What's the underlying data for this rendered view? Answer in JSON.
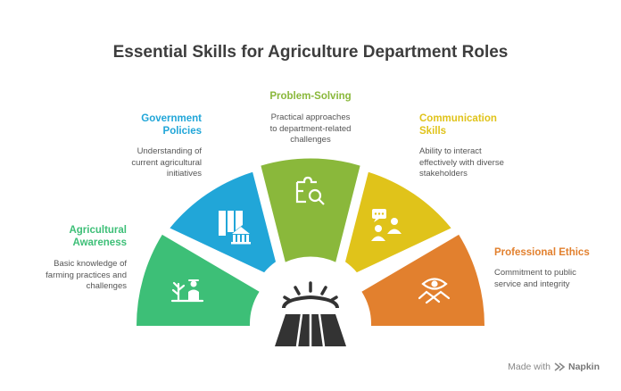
{
  "title": "Essential Skills for Agriculture Department Roles",
  "segments": [
    {
      "label_lines": [
        "Agricultural",
        "Awareness"
      ],
      "desc_lines": [
        "Basic knowledge of",
        "farming practices and",
        "challenges"
      ],
      "color": "#3dbf77",
      "icon": "farmer-plant-icon"
    },
    {
      "label_lines": [
        "Government",
        "Policies"
      ],
      "desc_lines": [
        "Understanding of",
        "current agricultural",
        "initiatives"
      ],
      "color": "#21a6d8",
      "icon": "policy-building-icon"
    },
    {
      "label_lines": [
        "Problem-Solving"
      ],
      "desc_lines": [
        "Practical approaches",
        "to department-related",
        "challenges"
      ],
      "color": "#8ab83b",
      "icon": "puzzle-search-icon"
    },
    {
      "label_lines": [
        "Communication",
        "Skills"
      ],
      "desc_lines": [
        "Ability to interact",
        "effectively with diverse",
        "stakeholders"
      ],
      "color": "#e0c31a",
      "icon": "people-chat-icon"
    },
    {
      "label_lines": [
        "Professional Ethics"
      ],
      "desc_lines": [
        "Commitment to public",
        "service and integrity"
      ],
      "color": "#e2802e",
      "icon": "handshake-eye-icon"
    }
  ],
  "center_icon": "sunrise-field-icon",
  "footer": {
    "made_with": "Made with",
    "brand": "Napkin"
  }
}
